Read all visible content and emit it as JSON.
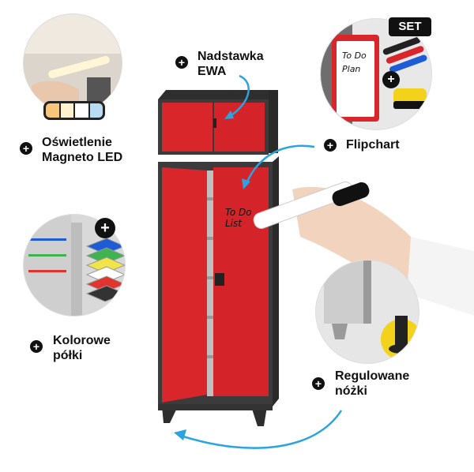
{
  "callouts": {
    "nadstawka": {
      "line1": "Nadstawka",
      "line2": "EWA"
    },
    "oswietlenie": {
      "line1": "Oświetlenie",
      "line2": "Magneto LED"
    },
    "flipchart": {
      "line1": "Flipchart"
    },
    "kolorowe": {
      "line1": "Kolorowe",
      "line2": "półki"
    },
    "regulowane": {
      "line1": "Regulowane",
      "line2": "nóżki"
    }
  },
  "set_badge": "SET",
  "whiteboard": {
    "line1": "To Do",
    "line2": "Plan"
  },
  "door_writing": {
    "line1": "To Do",
    "line2": "List"
  },
  "plus_symbol": "+",
  "colors": {
    "cabinet_red": "#d9262b",
    "cabinet_dark": "#3b3b3b",
    "arrow_blue": "#2ba3e0",
    "accent_yellow": "#f2d21a"
  },
  "shelf_colors": [
    "#1e5bd6",
    "#3fb34f",
    "#f1e44b",
    "#ffffff",
    "#e2342f",
    "#333333"
  ]
}
